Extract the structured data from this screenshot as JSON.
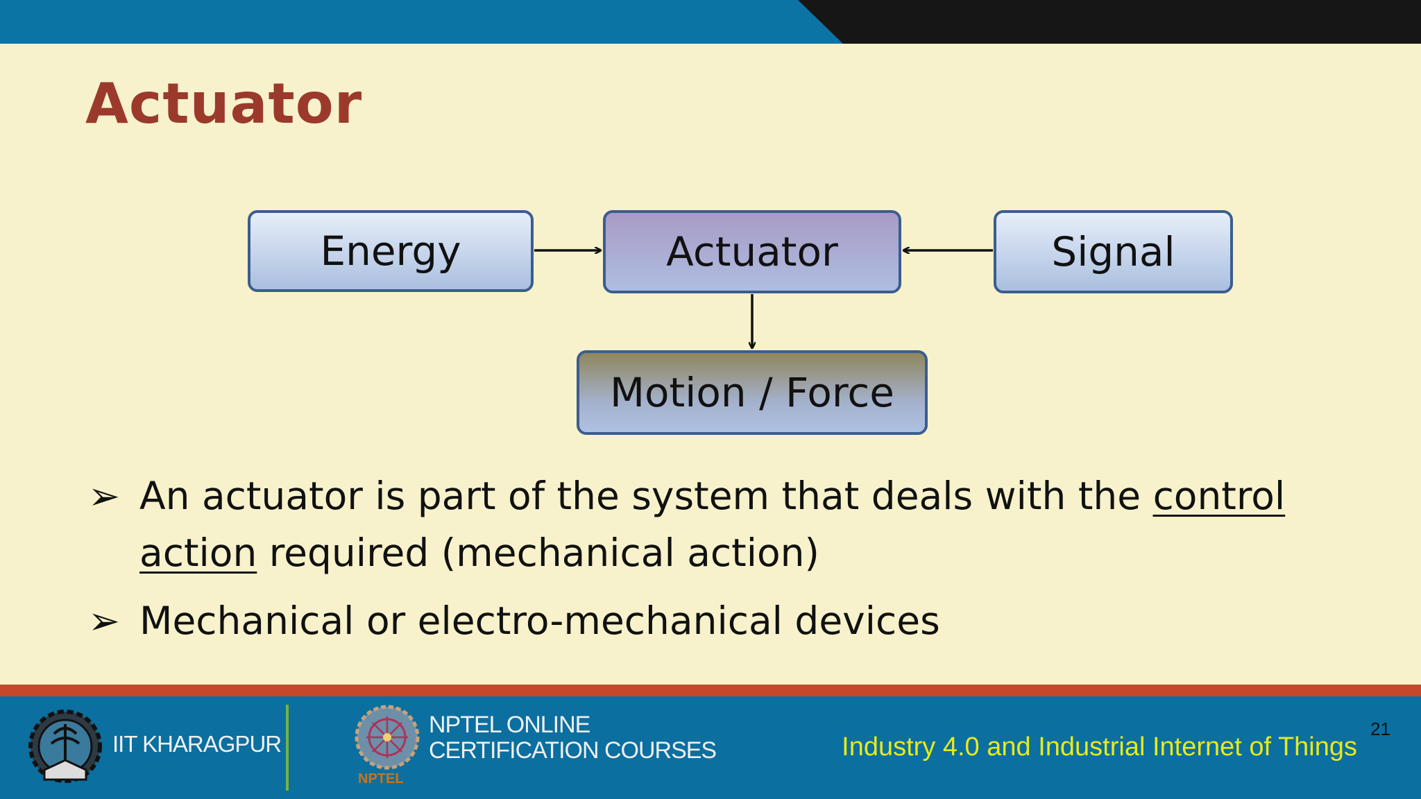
{
  "slide": {
    "title": "Actuator",
    "diagram": {
      "energy": "Energy",
      "actuator": "Actuator",
      "signal": "Signal",
      "output": "Motion / Force"
    },
    "bullets": [
      {
        "marker": "➢",
        "parts": [
          "An actuator is part of the system that deals with the ",
          "control action",
          " required (mechanical action)"
        ]
      },
      {
        "marker": "➢",
        "text": "Mechanical or electro-mechanical devices"
      }
    ]
  },
  "footer": {
    "institute": "IIT KHARAGPUR",
    "nptel_line1": "NPTEL ONLINE",
    "nptel_line2": "CERTIFICATION COURSES",
    "nptel_logo_text": "NPTEL",
    "course_title": "Industry 4.0 and Industrial Internet of Things",
    "page_number": "21"
  },
  "colors": {
    "background": "#f7f2cb",
    "top_bar": "#0b74a4",
    "title": "#9b3a2c",
    "footer": "#0b6fa0",
    "footer_stripe": "#c7472a",
    "course_title": "#e7ea1b"
  }
}
